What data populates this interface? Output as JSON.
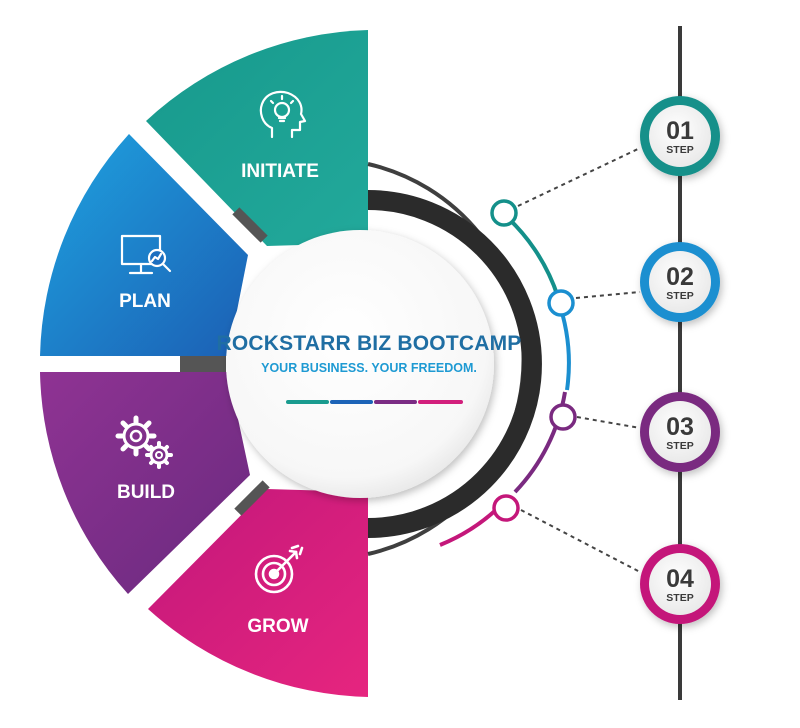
{
  "center": {
    "title": "ROCKSTARR BIZ BOOTCAMP",
    "subtitle": "YOUR BUSINESS. YOUR FREEDOM."
  },
  "segments": [
    {
      "label": "INITIATE",
      "icon": "head-lightbulb-icon",
      "color_from": "#1a9b8f",
      "color_to": "#21a89a"
    },
    {
      "label": "PLAN",
      "icon": "monitor-magnifier-icon",
      "color_from": "#1f8fd6",
      "color_to": "#1c63b7"
    },
    {
      "label": "BUILD",
      "icon": "gears-icon",
      "color_from": "#8e2f86",
      "color_to": "#6c2a85"
    },
    {
      "label": "GROW",
      "icon": "target-arrow-icon",
      "color_from": "#c11877",
      "color_to": "#e42480"
    }
  ],
  "steps": [
    {
      "number": "01",
      "word": "STEP",
      "color": "#14908a"
    },
    {
      "number": "02",
      "word": "STEP",
      "color": "#1b8fd0"
    },
    {
      "number": "03",
      "word": "STEP",
      "color": "#7a2a80"
    },
    {
      "number": "04",
      "word": "STEP",
      "color": "#c4177a"
    }
  ],
  "underline_colors": [
    "#1a9b8f",
    "#1c63b7",
    "#7b2c84",
    "#d21f7c"
  ]
}
